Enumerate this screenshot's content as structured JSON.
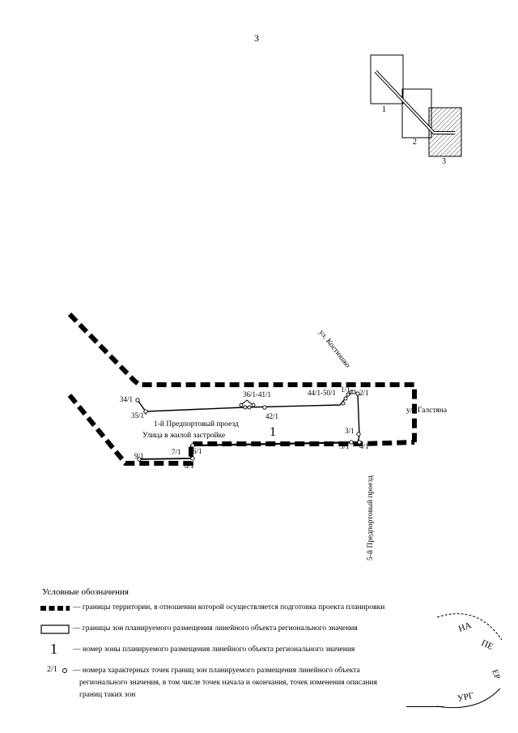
{
  "page_number": "3",
  "key_map": {
    "zones": [
      {
        "label": "1"
      },
      {
        "label": "2"
      },
      {
        "label": "3"
      }
    ]
  },
  "streets": {
    "kostyushko": "ул. Костюшко",
    "galstyana": "ул. Галстяна",
    "predportovy_1": "1-й Предпортовый проезд",
    "residential": "Улица в жилой застройке",
    "predportovy_5": "5-й Предпортовый проезд"
  },
  "zone_number": "1",
  "points": {
    "p34": "34/1",
    "p35": "35/1",
    "p36_41": "36/1-41/1",
    "p42": "42/1",
    "p44_50": "44/1-50/1",
    "p1": "1/1",
    "p2": "2/1",
    "p3": "3/1",
    "p4": "4/1",
    "p5": "5/1",
    "p6": "6/1",
    "p7": "7/1",
    "p8": "8/1",
    "p9": "9/1"
  },
  "legend": {
    "title": "Условные обозначения",
    "items": [
      {
        "text": "— границы территории, в отношении которой осуществляется подготовка проекта планировки"
      },
      {
        "text": "— границы зон планируемого размещения линейного объекта регионального значения"
      },
      {
        "symbol": "1",
        "text": "— номер зоны планируемого размещения линейного объекта регионального значения"
      },
      {
        "symbol": "2/1",
        "text_1": "— номера характерных точек границ зон планируемого размещения линейного объекта",
        "text_2": "регионального значения, в том числе точек начала и окончания, точек изменения описания",
        "text_3": "границ таких зон"
      }
    ]
  },
  "stamp": {
    "fragments": [
      "НА",
      "ПЕ",
      "ЕР",
      "УРГ"
    ]
  }
}
